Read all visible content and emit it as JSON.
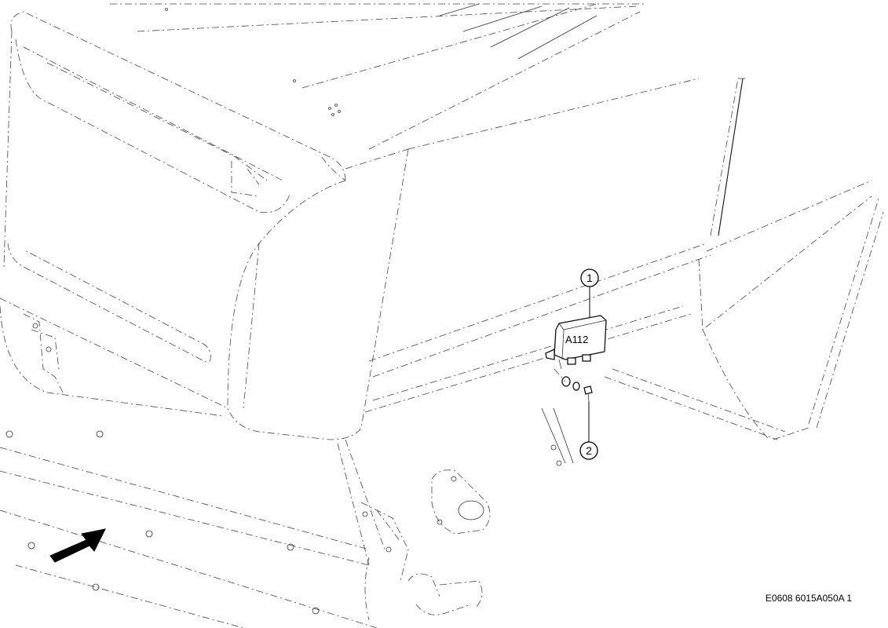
{
  "part_label": "A112",
  "callouts": [
    {
      "number": "1",
      "target": "control module A112"
    },
    {
      "number": "2",
      "target": "mounting screw"
    }
  ],
  "figure_reference": "E0608 6015A050A 1",
  "icons": [
    "direction-arrow-icon"
  ]
}
